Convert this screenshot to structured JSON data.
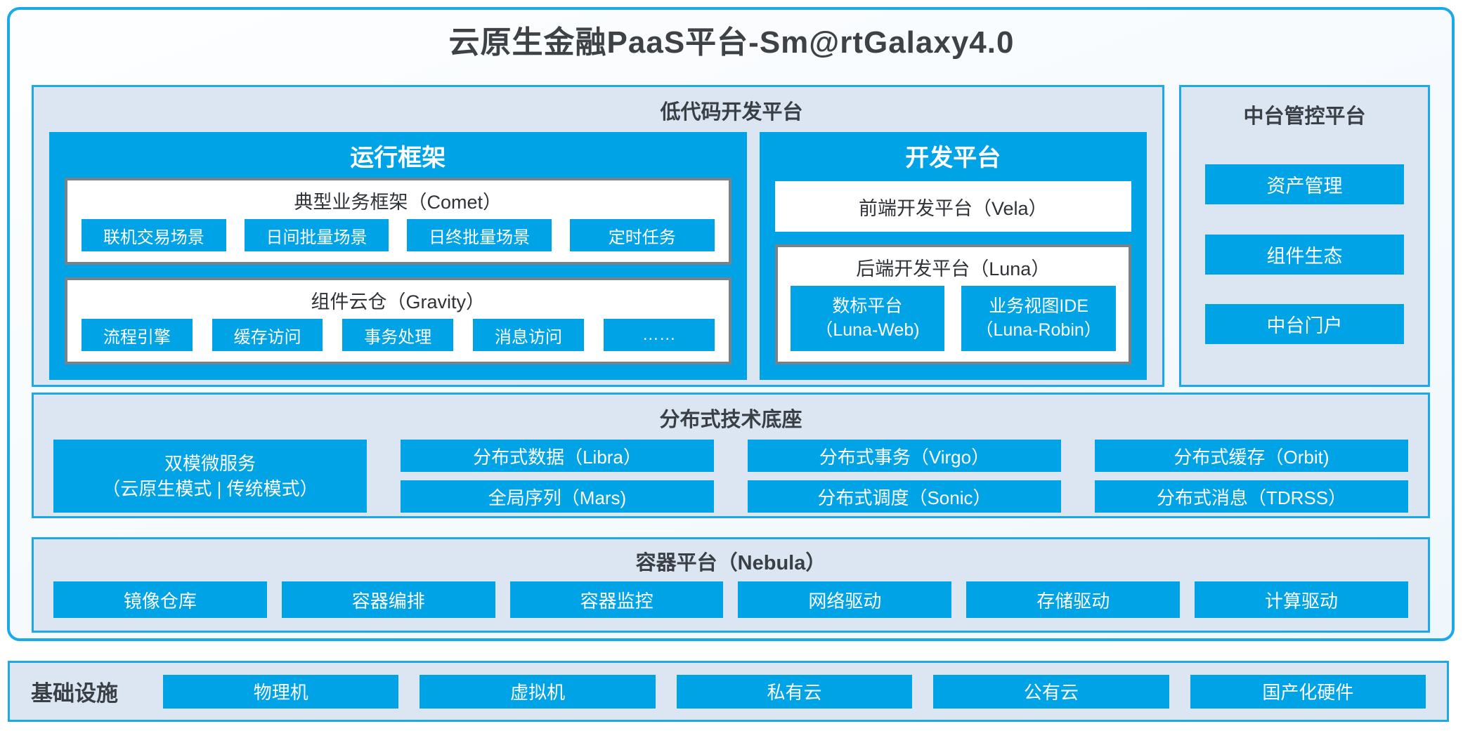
{
  "title": "云原生金融PaaS平台-Sm@rtGalaxy4.0",
  "colors": {
    "accent_blue": "#00A3E6",
    "border_blue": "#1BA9E9",
    "panel_fill": "#DCE6F3",
    "box_border_gray": "#78828B",
    "dark_text": "#3C4045"
  },
  "lowcode": {
    "title": "低代码开发平台",
    "runtime": {
      "title": "运行框架",
      "comet": {
        "title": "典型业务框架（Comet）",
        "items": [
          "联机交易场景",
          "日间批量场景",
          "日终批量场景",
          "定时任务"
        ]
      },
      "gravity": {
        "title": "组件云仓（Gravity）",
        "items": [
          "流程引擎",
          "缓存访问",
          "事务处理",
          "消息访问",
          "……"
        ]
      }
    },
    "devplat": {
      "title": "开发平台",
      "vela": "前端开发平台（Vela）",
      "luna": {
        "title": "后端开发平台（Luna）",
        "items": [
          {
            "line1": "数标平台",
            "line2": "（Luna-Web)"
          },
          {
            "line1": "业务视图IDE",
            "line2": "（Luna-Robin）"
          }
        ]
      }
    }
  },
  "midplatform": {
    "title": "中台管控平台",
    "items": [
      "资产管理",
      "组件生态",
      "中台门户"
    ]
  },
  "distributed": {
    "title": "分布式技术底座",
    "dual_mode": {
      "line1": "双模微服务",
      "line2": "（云原生模式 | 传统模式）"
    },
    "top_row": [
      "分布式数据（Libra）",
      "分布式事务（Virgo）",
      "分布式缓存（Orbit)"
    ],
    "bottom_row": [
      "全局序列（Mars)",
      "分布式调度（Sonic）",
      "分布式消息（TDRSS）"
    ]
  },
  "container_platform": {
    "title": "容器平台（Nebula）",
    "items": [
      "镜像仓库",
      "容器编排",
      "容器监控",
      "网络驱动",
      "存储驱动",
      "计算驱动"
    ]
  },
  "infrastructure": {
    "title": "基础设施",
    "items": [
      "物理机",
      "虚拟机",
      "私有云",
      "公有云",
      "国产化硬件"
    ]
  }
}
